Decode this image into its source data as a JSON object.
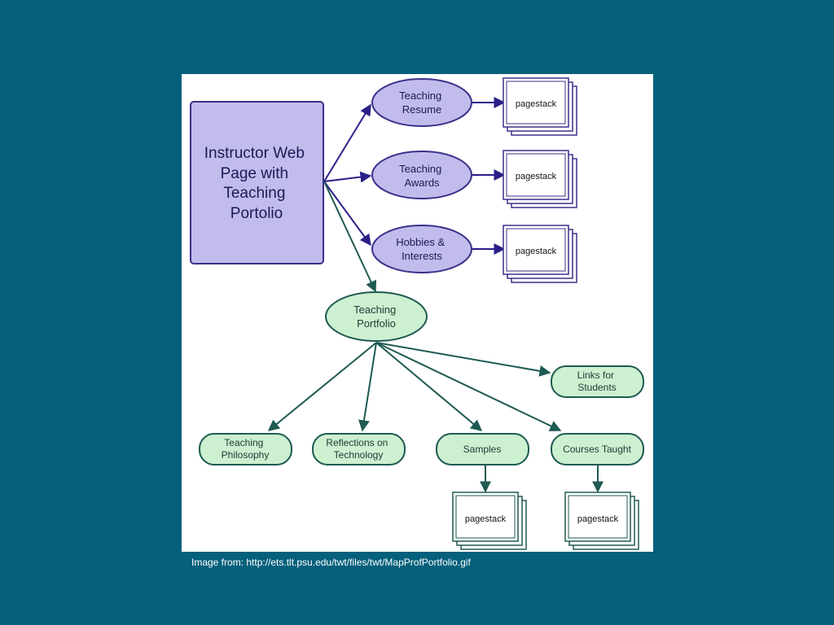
{
  "diagram": {
    "root": {
      "lines": [
        "Instructor Web",
        "Page with",
        "Teaching",
        "Portolio"
      ]
    },
    "purple_nodes": [
      {
        "lines": [
          "Teaching",
          "Resume"
        ],
        "stack_label": "pagestack"
      },
      {
        "lines": [
          "Teaching",
          "Awards"
        ],
        "stack_label": "pagestack"
      },
      {
        "lines": [
          "Hobbies &",
          "Interests"
        ],
        "stack_label": "pagestack"
      }
    ],
    "portfolio": {
      "lines": [
        "Teaching",
        "Portfolio"
      ]
    },
    "green_nodes": {
      "philosophy": {
        "lines": [
          "Teaching",
          "Philosophy"
        ]
      },
      "reflections": {
        "lines": [
          "Reflections on",
          "Technology"
        ]
      },
      "samples": {
        "lines": [
          "Samples"
        ],
        "stack_label": "pagestack"
      },
      "courses": {
        "lines": [
          "Courses Taught"
        ],
        "stack_label": "pagestack"
      },
      "links": {
        "lines": [
          "Links for",
          "Students"
        ]
      }
    },
    "colors": {
      "purple_fill": "#c1bcec",
      "purple_stroke": "#3a318a",
      "green_fill": "#cdf0d0",
      "green_stroke": "#1e5a52",
      "arrow_purple": "#2a2088",
      "arrow_green": "#1e5a52"
    }
  },
  "caption": "Image from:  http://ets.tlt.psu.edu/twt/files/twt/MapProfPortfolio.gif"
}
